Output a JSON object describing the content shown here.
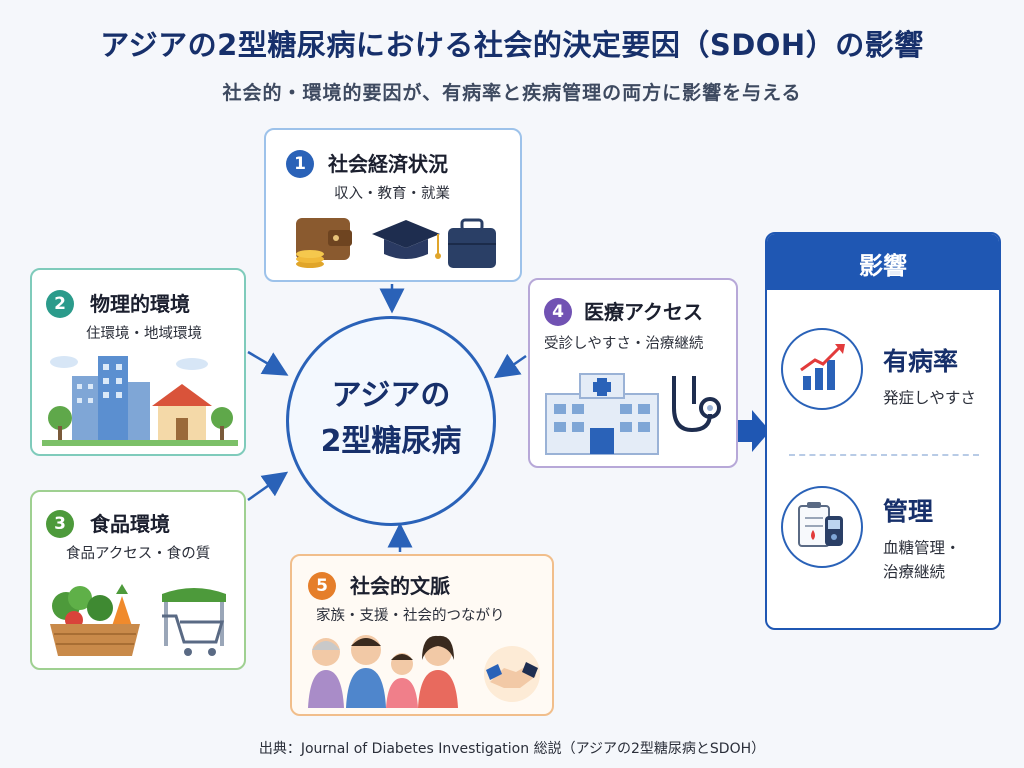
{
  "title": "アジアの2型糖尿病における社会的決定要因（SDOH）の影響",
  "subtitle": "社会的・環境的要因が、有病率と疾病管理の両方に影響を与える",
  "center": {
    "line1": "アジアの",
    "line2": "2型糖尿病"
  },
  "factors": [
    {
      "num": "1",
      "title": "社会経済状況",
      "sub": "収入・教育・就業",
      "icon": "wallet-cap-briefcase-icon"
    },
    {
      "num": "2",
      "title": "物理的環境",
      "sub": "住環境・地域環境",
      "icon": "buildings-house-icon"
    },
    {
      "num": "3",
      "title": "食品環境",
      "sub": "食品アクセス・食の質",
      "icon": "vegetables-cart-icon"
    },
    {
      "num": "4",
      "title": "医療アクセス",
      "sub": "受診しやすさ・治療継続",
      "icon": "hospital-stethoscope-icon"
    },
    {
      "num": "5",
      "title": "社会的文脈",
      "sub": "家族・支援・社会的つながり",
      "icon": "family-handshake-icon"
    }
  ],
  "impact": {
    "title": "影響",
    "items": [
      {
        "title": "有病率",
        "sub_line1": "発症しやすさ",
        "sub_line2": "",
        "icon": "rising-chart-icon"
      },
      {
        "title": "管理",
        "sub_line1": "血糖管理・",
        "sub_line2": "治療継続",
        "icon": "glucose-meter-icon"
      }
    ]
  },
  "source": "出典：Journal of Diabetes Investigation 総説（アジアの2型糖尿病とSDOH）",
  "colors": {
    "primary": "#2a62b8",
    "factor1": "#2a62b8",
    "factor2": "#2b9b8b",
    "factor3": "#4d9a3b",
    "factor4": "#7152b3",
    "factor5": "#e57e2a"
  }
}
